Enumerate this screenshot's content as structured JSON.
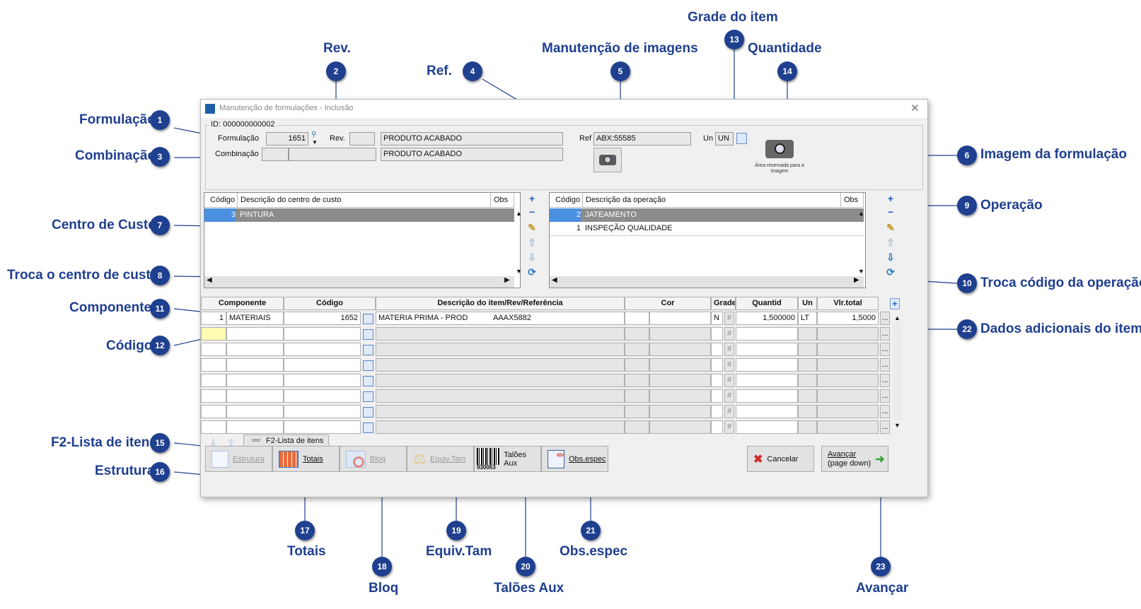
{
  "window": {
    "title": "Manutenção de formulações - Inclusão",
    "id_label": "ID: 000000000002"
  },
  "header": {
    "formulacao_label": "Formulação",
    "formulacao_value": "1651",
    "rev_label": "Rev.",
    "rev_value": "",
    "produto1": "PRODUTO ACABADO",
    "combinacao_label": "Combinação",
    "produto2": "PRODUTO ACABADO",
    "ref_label": "Ref",
    "ref_value": "ABX:55585",
    "un_label": "Un",
    "un_value": "UN",
    "image_area_text": "Área reservada para a imagem"
  },
  "centro_custo": {
    "columns": [
      "Código",
      "Descrição do centro de custo",
      "Obs"
    ],
    "rows": [
      {
        "codigo": "3",
        "descricao": "PINTURA",
        "obs": ""
      }
    ]
  },
  "operacoes": {
    "columns": [
      "Código",
      "Descrição da operação",
      "Obs"
    ],
    "rows": [
      {
        "codigo": "2",
        "descricao": "JATEAMENTO",
        "obs": ""
      },
      {
        "codigo": "1",
        "descricao": "INSPEÇÃO QUALIDADE",
        "obs": ""
      }
    ]
  },
  "itens": {
    "columns": [
      "Componente",
      "Código",
      "Descrição do item/Rev/Referência",
      "Cor",
      "Grade",
      "Quantid",
      "Un",
      "Vlr.total"
    ],
    "row1": {
      "num": "1",
      "componente": "MATERIAIS",
      "codigo": "1652",
      "descricao": "MATERIA PRIMA - PROD",
      "referencia": "AAAX5882",
      "grade": "N",
      "hash": "#",
      "quantidade": "1,500000",
      "un": "LT",
      "vlr_total": "1,5000"
    },
    "hash": "#",
    "ellipsis": "...",
    "f2_label": "F2-Lista de itens"
  },
  "buttons": {
    "estrutura": "Estrutura",
    "totais": "Totais",
    "bloq": "Bloq",
    "equiv": "Equiv.Tam",
    "taloes": "Talões Aux",
    "barcode_number": "930063",
    "obs": "Obs.espec",
    "cancelar": "Cancelar",
    "avancar_line1": "Avançar",
    "avancar_line2": "(page down)"
  },
  "callouts": [
    {
      "num": "1",
      "label": "Formulação"
    },
    {
      "num": "2",
      "label": "Rev."
    },
    {
      "num": "3",
      "label": "Combinação"
    },
    {
      "num": "4",
      "label": "Ref."
    },
    {
      "num": "5",
      "label": "Manutenção de imagens"
    },
    {
      "num": "6",
      "label": "Imagem da formulação"
    },
    {
      "num": "7",
      "label": "Centro de Custo"
    },
    {
      "num": "8",
      "label": "Troca o centro de custo"
    },
    {
      "num": "9",
      "label": "Operação"
    },
    {
      "num": "10",
      "label": "Troca código da operação"
    },
    {
      "num": "11",
      "label": "Componente"
    },
    {
      "num": "12",
      "label": "Código"
    },
    {
      "num": "13",
      "label": "Grade do item"
    },
    {
      "num": "14",
      "label": "Quantidade"
    },
    {
      "num": "15",
      "label": "F2-Lista de itens"
    },
    {
      "num": "16",
      "label": "Estrutura"
    },
    {
      "num": "17",
      "label": "Totais"
    },
    {
      "num": "18",
      "label": "Bloq"
    },
    {
      "num": "19",
      "label": "Equiv.Tam"
    },
    {
      "num": "20",
      "label": "Talões Aux"
    },
    {
      "num": "21",
      "label": "Obs.espec"
    },
    {
      "num": "22",
      "label": "Dados adicionais do item"
    },
    {
      "num": "23",
      "label": "Avançar"
    }
  ]
}
